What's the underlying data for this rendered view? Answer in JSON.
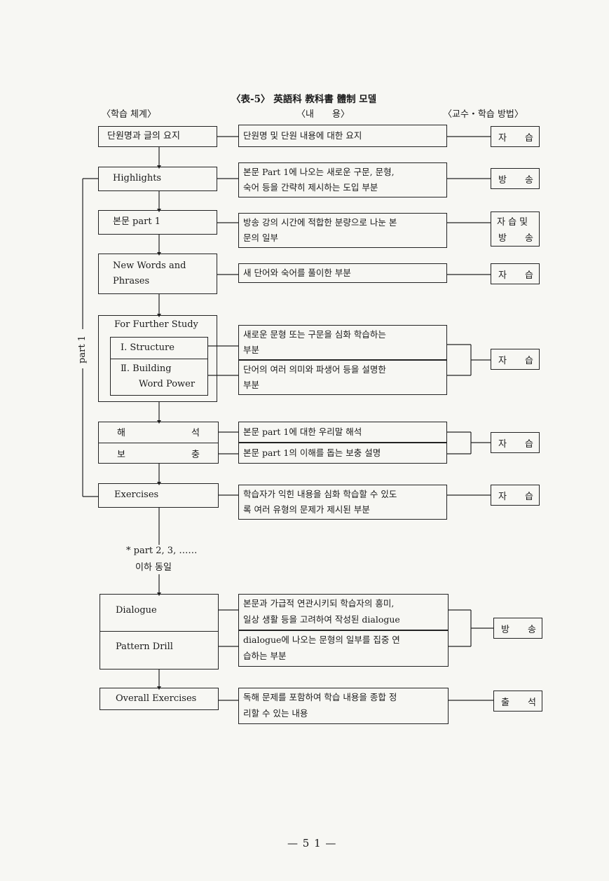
{
  "title": "〈表-5〉 英語科 教科書 體制 모델",
  "headers": {
    "system": "〈학습 체계〉",
    "content": "〈내　　용〉",
    "method": "〈교수・학습 방법〉"
  },
  "left": {
    "unit_summary": "단원명과 글의 요지",
    "highlights": "Highlights",
    "body_part1": "본문 part 1",
    "new_words_1": "New Words and",
    "new_words_2": "Phrases",
    "further_study": "For Further Study",
    "structure": "Ⅰ. Structure",
    "building_1": "Ⅱ. Building",
    "building_2": "Word Power",
    "haeseok": [
      "해",
      "석"
    ],
    "bochung": [
      "보",
      "충"
    ],
    "exercises": "Exercises",
    "part_repeat_1": "* part 2, 3, ……",
    "part_repeat_2": "이하 동일",
    "dialogue": "Dialogue",
    "pattern_drill": "Pattern Drill",
    "overall": "Overall Exercises",
    "part1_label": "part 1"
  },
  "content": {
    "c1": "단원명 및 단원 내용에 대한 요지",
    "c2_1": "본문 Part 1에 나오는 새로운 구문, 문형,",
    "c2_2": "숙어 등을 간략히 제시하는 도입 부분",
    "c3_1": "방송 강의 시간에 적합한 분량으로 나눈 본",
    "c3_2": "문의 일부",
    "c4": "새 단어와 숙어를 풀이한 부분",
    "c5_1": "새로운 문형 또는 구문을 심화 학습하는",
    "c5_2": "부분",
    "c6_1": "단어의 여러 의미와 파생어 등을 설명한",
    "c6_2": "부분",
    "c7": "본문 part 1에 대한 우리말 해석",
    "c8": "본문 part 1의 이해를 돕는 보충 설명",
    "c9_1": "학습자가 익힌 내용을 심화 학습할 수 있도",
    "c9_2": "록 여러 유형의 문제가 제시된 부분",
    "c10_1": "본문과 가급적 연관시키되 학습자의 흥미,",
    "c10_2": "일상 생활 등을 고려하여 작성된 dialogue",
    "c11_1": "dialogue에 나오는 문형의 일부를 집중 연",
    "c11_2": "습하는 부분",
    "c12_1": "독해 문제를 포함하여 학습 내용을 종합 정",
    "c12_2": "리할 수 있는 내용"
  },
  "methods": {
    "jaseup": [
      "자",
      "습"
    ],
    "bangsong": [
      "방",
      "송"
    ],
    "jaseup_mit": [
      "자 습 및"
    ],
    "chulseo": [
      "출",
      "석"
    ]
  },
  "page_number": "— 5 1 —"
}
